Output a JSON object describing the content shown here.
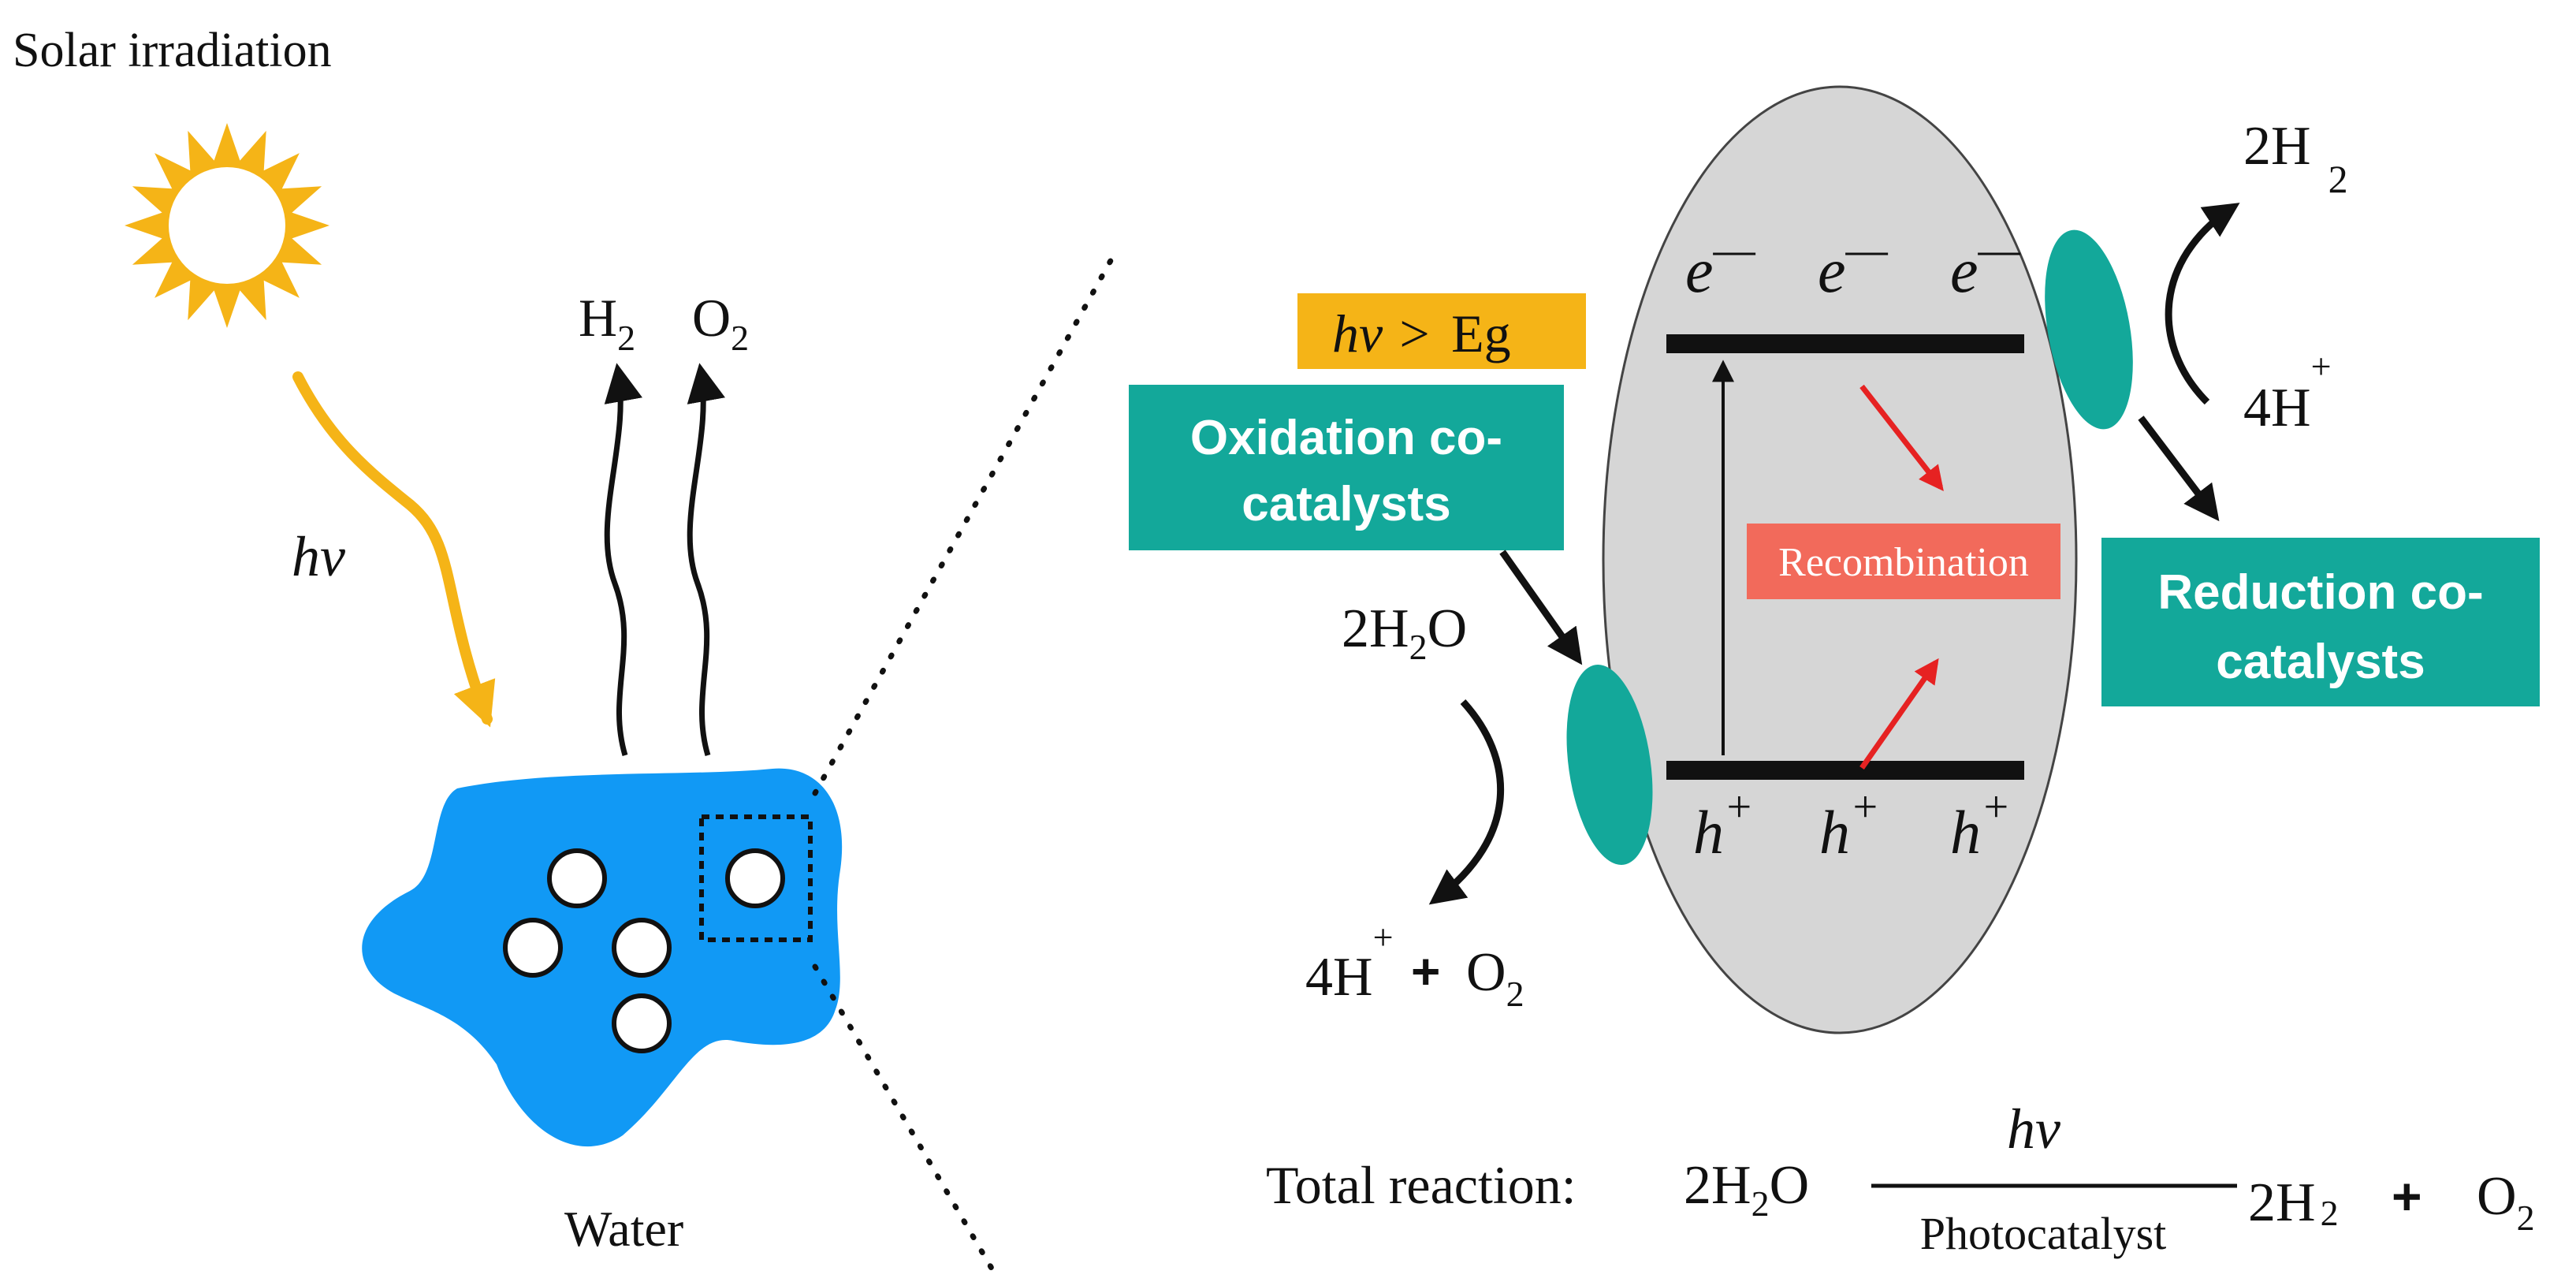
{
  "labels": {
    "solar_irradiation": "Solar irradiation",
    "h_nu": "hν",
    "h_nu_gt": "hν >",
    "band_gap": "Eg",
    "water": "Water",
    "h2_left": {
      "base": "H",
      "sub": "2"
    },
    "o2_left": {
      "base": "O",
      "sub": "2"
    },
    "electron": {
      "base": "e",
      "sup": "—"
    },
    "hole": {
      "base": "h",
      "sup": "+"
    },
    "recombination": "Recombination",
    "oxidation_box": {
      "line1": "Oxidation co-",
      "line2": "catalysts"
    },
    "reduction_box": {
      "line1": "Reduction co-",
      "line2": "catalysts"
    },
    "water_in": {
      "pre": "2H",
      "sub": "2",
      "post": "O"
    },
    "proton_out": {
      "base": "4H",
      "sup": "+"
    },
    "plus": "+",
    "o2_out": {
      "base": "O",
      "sub": "2"
    },
    "h2_out": {
      "base": "2H",
      "sub": "2"
    },
    "proton_in": {
      "base": "4H",
      "sup": "+"
    }
  },
  "total_reaction": {
    "label": "Total reaction:",
    "reactant": {
      "pre": "2H",
      "sub": "2",
      "post": "O"
    },
    "over_arrow": "hν",
    "under_arrow": "Photocatalyst",
    "product1": {
      "base": "2H",
      "sub": "2"
    },
    "plus": "+",
    "product2": {
      "base": "O",
      "sub": "2"
    }
  },
  "colors": {
    "sun": "#F5B417",
    "water_blob": "#1199F5",
    "cocatalyst": "#13A89A",
    "energy_badge": "#F5B417",
    "recombination": "#F26A5B",
    "recombination_arrow": "#E62222",
    "particle": "#D6D6D6"
  }
}
